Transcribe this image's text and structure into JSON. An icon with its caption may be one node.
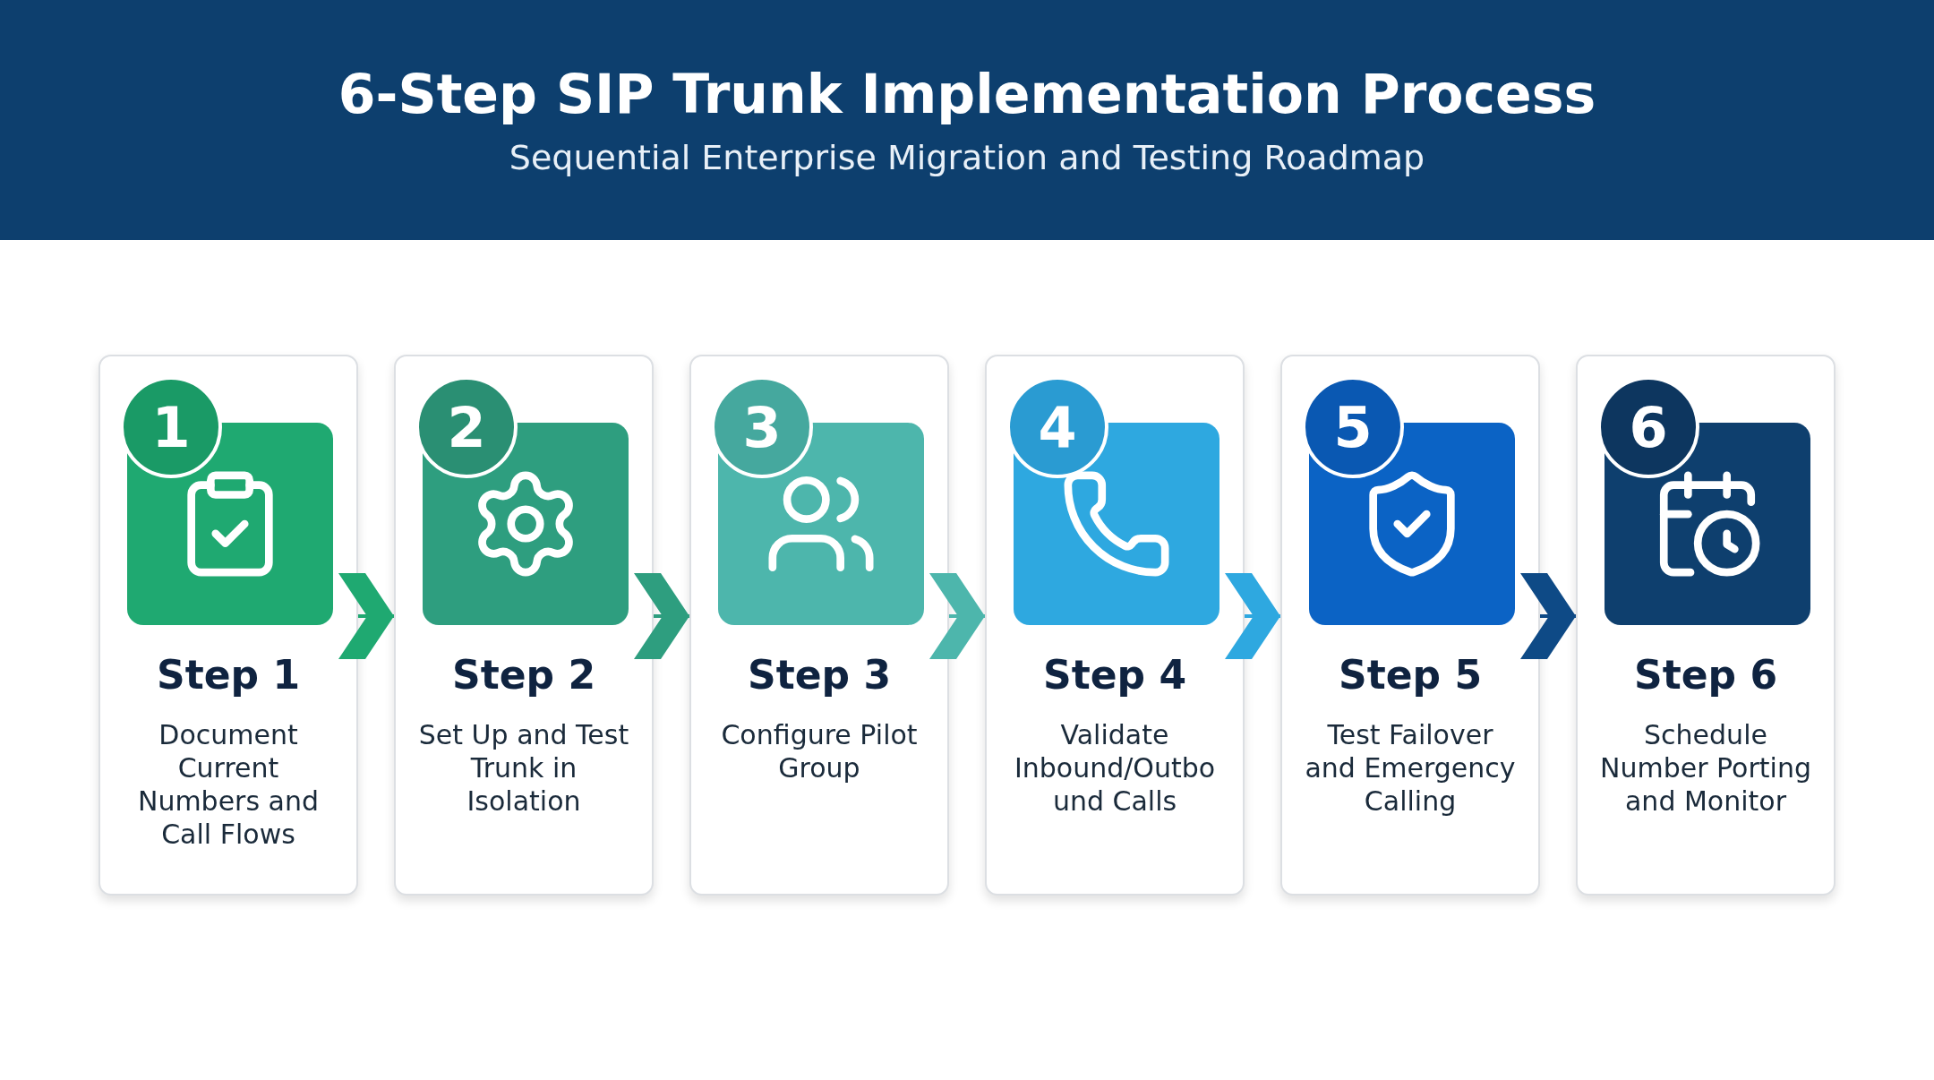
{
  "diagram": {
    "title": "6-Step SIP Trunk Implementation Process",
    "caption": "Sequential Enterprise Migration and Testing Roadmap",
    "nodes": [
      {
        "text": [
          "1",
          "Step 1",
          "Document Current Numbers and Call Flows"
        ]
      },
      {
        "text": [
          "2",
          "Step 2",
          "Set Up and Test Trunk in Isolation"
        ]
      },
      {
        "text": [
          "3",
          "Step 3",
          "Configure Pilot Group"
        ]
      },
      {
        "text": [
          "4",
          "Step 4",
          "Validate Inbound/Outbound Calls"
        ]
      },
      {
        "text": [
          "5",
          "Step 5",
          "Test Failover and Emergency Calling"
        ]
      },
      {
        "text": [
          "6",
          "Step 6",
          "Schedule Number Porting and Monitor"
        ]
      }
    ],
    "edges": [
      {
        "from": 0,
        "to": 1,
        "arrow": "to",
        "color": "#1fa971"
      },
      {
        "from": 1,
        "to": 2,
        "arrow": "to",
        "color": "#2e9e7f"
      },
      {
        "from": 2,
        "to": 3,
        "arrow": "to",
        "color": "#4db6ac"
      },
      {
        "from": 3,
        "to": 4,
        "arrow": "to",
        "color": "#2ea8e0"
      },
      {
        "from": 4,
        "to": 5,
        "arrow": "to",
        "color": "#0e4a86"
      }
    ]
  }
}
